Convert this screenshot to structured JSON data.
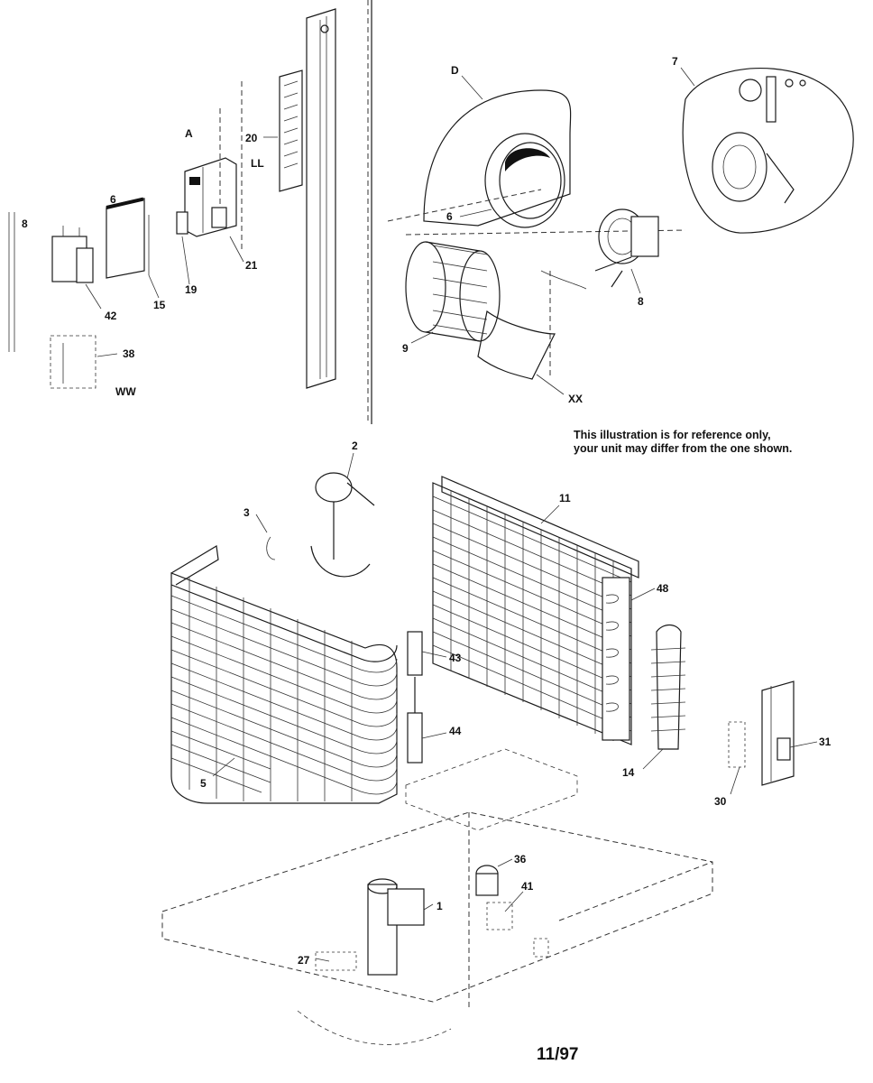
{
  "note": {
    "line1": "This illustration is for reference only,",
    "line2": "your unit may differ from the one shown."
  },
  "date_code": "11/97",
  "part_labels": {
    "blower_housing": "D",
    "motor_mount_detail": "7",
    "bracket_6": "6",
    "motor": "8",
    "blower_wheel": "9",
    "shroud": "XX",
    "side_panel": "8",
    "control_panel": "20",
    "panel_ll": "LL",
    "bracket_a": "A",
    "bracket_6b": "6",
    "contactor": "21",
    "terminal": "19",
    "capacitor_bracket": "15",
    "capacitor": "42",
    "relay": "38",
    "relay_ww": "WW",
    "fan_guard": "2",
    "fan_blade": "3",
    "condenser_grille": "5",
    "coil": "11",
    "tube_48": "48",
    "valve_43": "43",
    "valve_44": "44",
    "accumulator": "14",
    "service_valve": "31",
    "valve_bracket": "30",
    "drier": "36",
    "fitting": "41",
    "compressor": "1",
    "mount": "27"
  }
}
